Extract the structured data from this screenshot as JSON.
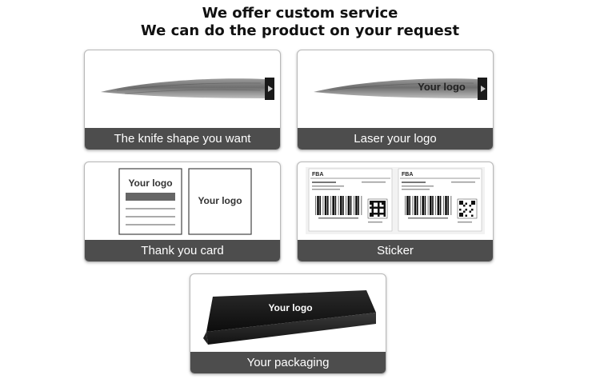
{
  "header": {
    "line1": "We  offer custom service",
    "line2": "We can do the product on your request"
  },
  "cards": [
    {
      "caption": "The knife shape you want"
    },
    {
      "caption": "Laser your logo",
      "logo": "Your logo"
    },
    {
      "caption": "Thank you card",
      "logo_left": "Your logo",
      "logo_right": "Your logo"
    },
    {
      "caption": "Sticker",
      "label_left": "FBA",
      "label_right": "FBA"
    },
    {
      "caption": "Your packaging",
      "logo": "Your logo"
    }
  ]
}
